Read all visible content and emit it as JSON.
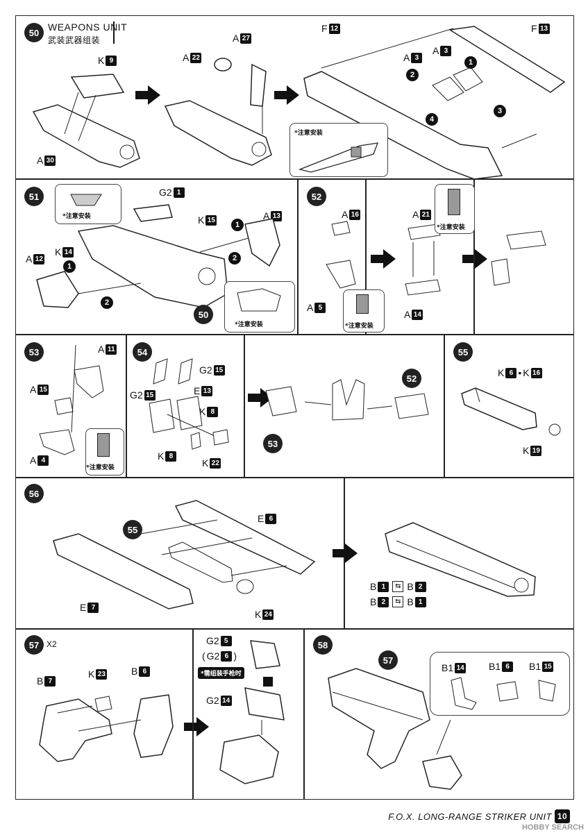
{
  "header": {
    "step_label": "50",
    "title": "WEAPONS UNIT",
    "subtitle": "武装武器组装"
  },
  "steps": {
    "s50": "50",
    "s51": "51",
    "s52": "52",
    "s53": "53",
    "s54": "54",
    "s55": "55",
    "s56": "56",
    "s57": "57",
    "s57_mult": "X2",
    "s58": "58"
  },
  "labels": {
    "p50": [
      {
        "letter": "K",
        "num": "9"
      },
      {
        "letter": "A",
        "num": "30"
      },
      {
        "letter": "A",
        "num": "27"
      },
      {
        "letter": "A",
        "num": "22"
      },
      {
        "letter": "F",
        "num": "12"
      },
      {
        "letter": "F",
        "num": "13"
      },
      {
        "letter": "A",
        "num": "3"
      },
      {
        "letter": "A",
        "num": "3"
      }
    ],
    "p51": [
      {
        "letter": "G2",
        "num": "1"
      },
      {
        "letter": "K",
        "num": "15"
      },
      {
        "letter": "A",
        "num": "13"
      },
      {
        "letter": "K",
        "num": "14"
      },
      {
        "letter": "A",
        "num": "12"
      }
    ],
    "p52": [
      {
        "letter": "A",
        "num": "16"
      },
      {
        "letter": "A",
        "num": "5"
      },
      {
        "letter": "A",
        "num": "21"
      },
      {
        "letter": "A",
        "num": "14"
      }
    ],
    "p53": [
      {
        "letter": "A",
        "num": "11"
      },
      {
        "letter": "A",
        "num": "15"
      },
      {
        "letter": "A",
        "num": "4"
      }
    ],
    "p54": [
      {
        "letter": "G2",
        "num": "15"
      },
      {
        "letter": "G2",
        "num": "15"
      },
      {
        "letter": "E",
        "num": "13"
      },
      {
        "letter": "K",
        "num": "8"
      },
      {
        "letter": "K",
        "num": "8"
      },
      {
        "letter": "K",
        "num": "22"
      }
    ],
    "p55": [
      {
        "letter": "K",
        "num": "6"
      },
      {
        "letter": "K",
        "num": "16"
      },
      {
        "letter": "K",
        "num": "19"
      }
    ],
    "p56": [
      {
        "letter": "E",
        "num": "6"
      },
      {
        "letter": "E",
        "num": "7"
      },
      {
        "letter": "K",
        "num": "24"
      },
      {
        "letter": "B",
        "num": "1"
      },
      {
        "letter": "B",
        "num": "2"
      },
      {
        "letter": "B",
        "num": "2"
      },
      {
        "letter": "B",
        "num": "1"
      }
    ],
    "p57": [
      {
        "letter": "B",
        "num": "7"
      },
      {
        "letter": "K",
        "num": "23"
      },
      {
        "letter": "B",
        "num": "6"
      },
      {
        "letter": "G2",
        "num": "5"
      },
      {
        "letter": "G2",
        "num": "6"
      },
      {
        "letter": "G2",
        "num": "14"
      }
    ],
    "p58": [
      {
        "letter": "B1",
        "num": "14"
      },
      {
        "letter": "B1",
        "num": "6"
      },
      {
        "letter": "B1",
        "num": "15"
      }
    ]
  },
  "order_marks": {
    "one": "1",
    "two": "2",
    "three": "3",
    "four": "4"
  },
  "notes": {
    "caution": "*注意安装",
    "gun_note": "*需组装手枪时"
  },
  "callouts": {
    "c50": "50",
    "c52": "52",
    "c53": "53",
    "c55": "55",
    "c57": "57"
  },
  "footer": {
    "text": "F.O.X. LONG-RANGE STRIKER UNIT",
    "page": "10"
  },
  "watermark": "HOBBY SEARCH"
}
